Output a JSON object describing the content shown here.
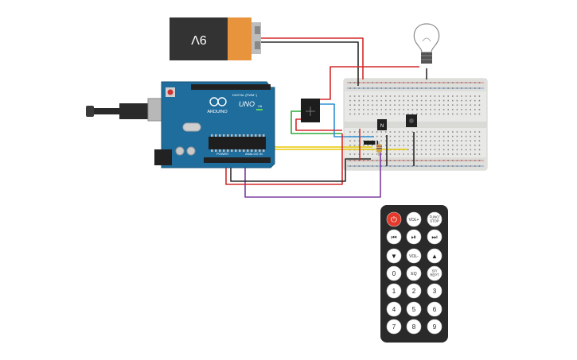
{
  "battery": {
    "label": "9V"
  },
  "arduino": {
    "brand": "ARDUINO",
    "model": "UNO",
    "digital_header": "DIGITAL (PWM~)",
    "power_header": "POWER",
    "analog_header": "ANALOG IN",
    "on_label": "ON"
  },
  "transistor": {
    "label": "N"
  },
  "remote": {
    "buttons": [
      {
        "name": "remote-power-button",
        "glyph": "⏻",
        "kind": "power"
      },
      {
        "name": "remote-vol-up-button",
        "glyph": "VOL+",
        "kind": "text"
      },
      {
        "name": "remote-func-stop-button",
        "glyph": "FUNC/ STOP",
        "kind": "text2"
      },
      {
        "name": "remote-rewind-button",
        "glyph": "⏮",
        "kind": "icon"
      },
      {
        "name": "remote-play-pause-button",
        "glyph": "⏯",
        "kind": "icon"
      },
      {
        "name": "remote-forward-button",
        "glyph": "⏭",
        "kind": "icon"
      },
      {
        "name": "remote-down-button",
        "glyph": "▼",
        "kind": "icon"
      },
      {
        "name": "remote-vol-down-button",
        "glyph": "VOL-",
        "kind": "text"
      },
      {
        "name": "remote-up-button",
        "glyph": "▲",
        "kind": "icon"
      },
      {
        "name": "remote-0-button",
        "glyph": "0",
        "kind": "num"
      },
      {
        "name": "remote-eq-button",
        "glyph": "EQ",
        "kind": "text"
      },
      {
        "name": "remote-st-rept-button",
        "glyph": "ST/ REPT",
        "kind": "text2"
      },
      {
        "name": "remote-1-button",
        "glyph": "1",
        "kind": "num"
      },
      {
        "name": "remote-2-button",
        "glyph": "2",
        "kind": "num"
      },
      {
        "name": "remote-3-button",
        "glyph": "3",
        "kind": "num"
      },
      {
        "name": "remote-4-button",
        "glyph": "4",
        "kind": "num"
      },
      {
        "name": "remote-5-button",
        "glyph": "5",
        "kind": "num"
      },
      {
        "name": "remote-6-button",
        "glyph": "6",
        "kind": "num"
      },
      {
        "name": "remote-7-button",
        "glyph": "7",
        "kind": "num"
      },
      {
        "name": "remote-8-button",
        "glyph": "8",
        "kind": "num"
      },
      {
        "name": "remote-9-button",
        "glyph": "9",
        "kind": "num"
      }
    ]
  },
  "colors": {
    "wire_red": "#d42a2a",
    "wire_black": "#2b2b2b",
    "wire_yellow": "#e8c800",
    "wire_purple": "#7b3fa0",
    "wire_green": "#2faa3c",
    "wire_blue": "#2d8fd6",
    "arduino_blue": "#1f6d9c",
    "breadboard": "#e8e8e6",
    "remote_body": "#2a2a2a",
    "remote_power": "#e53a2b"
  }
}
